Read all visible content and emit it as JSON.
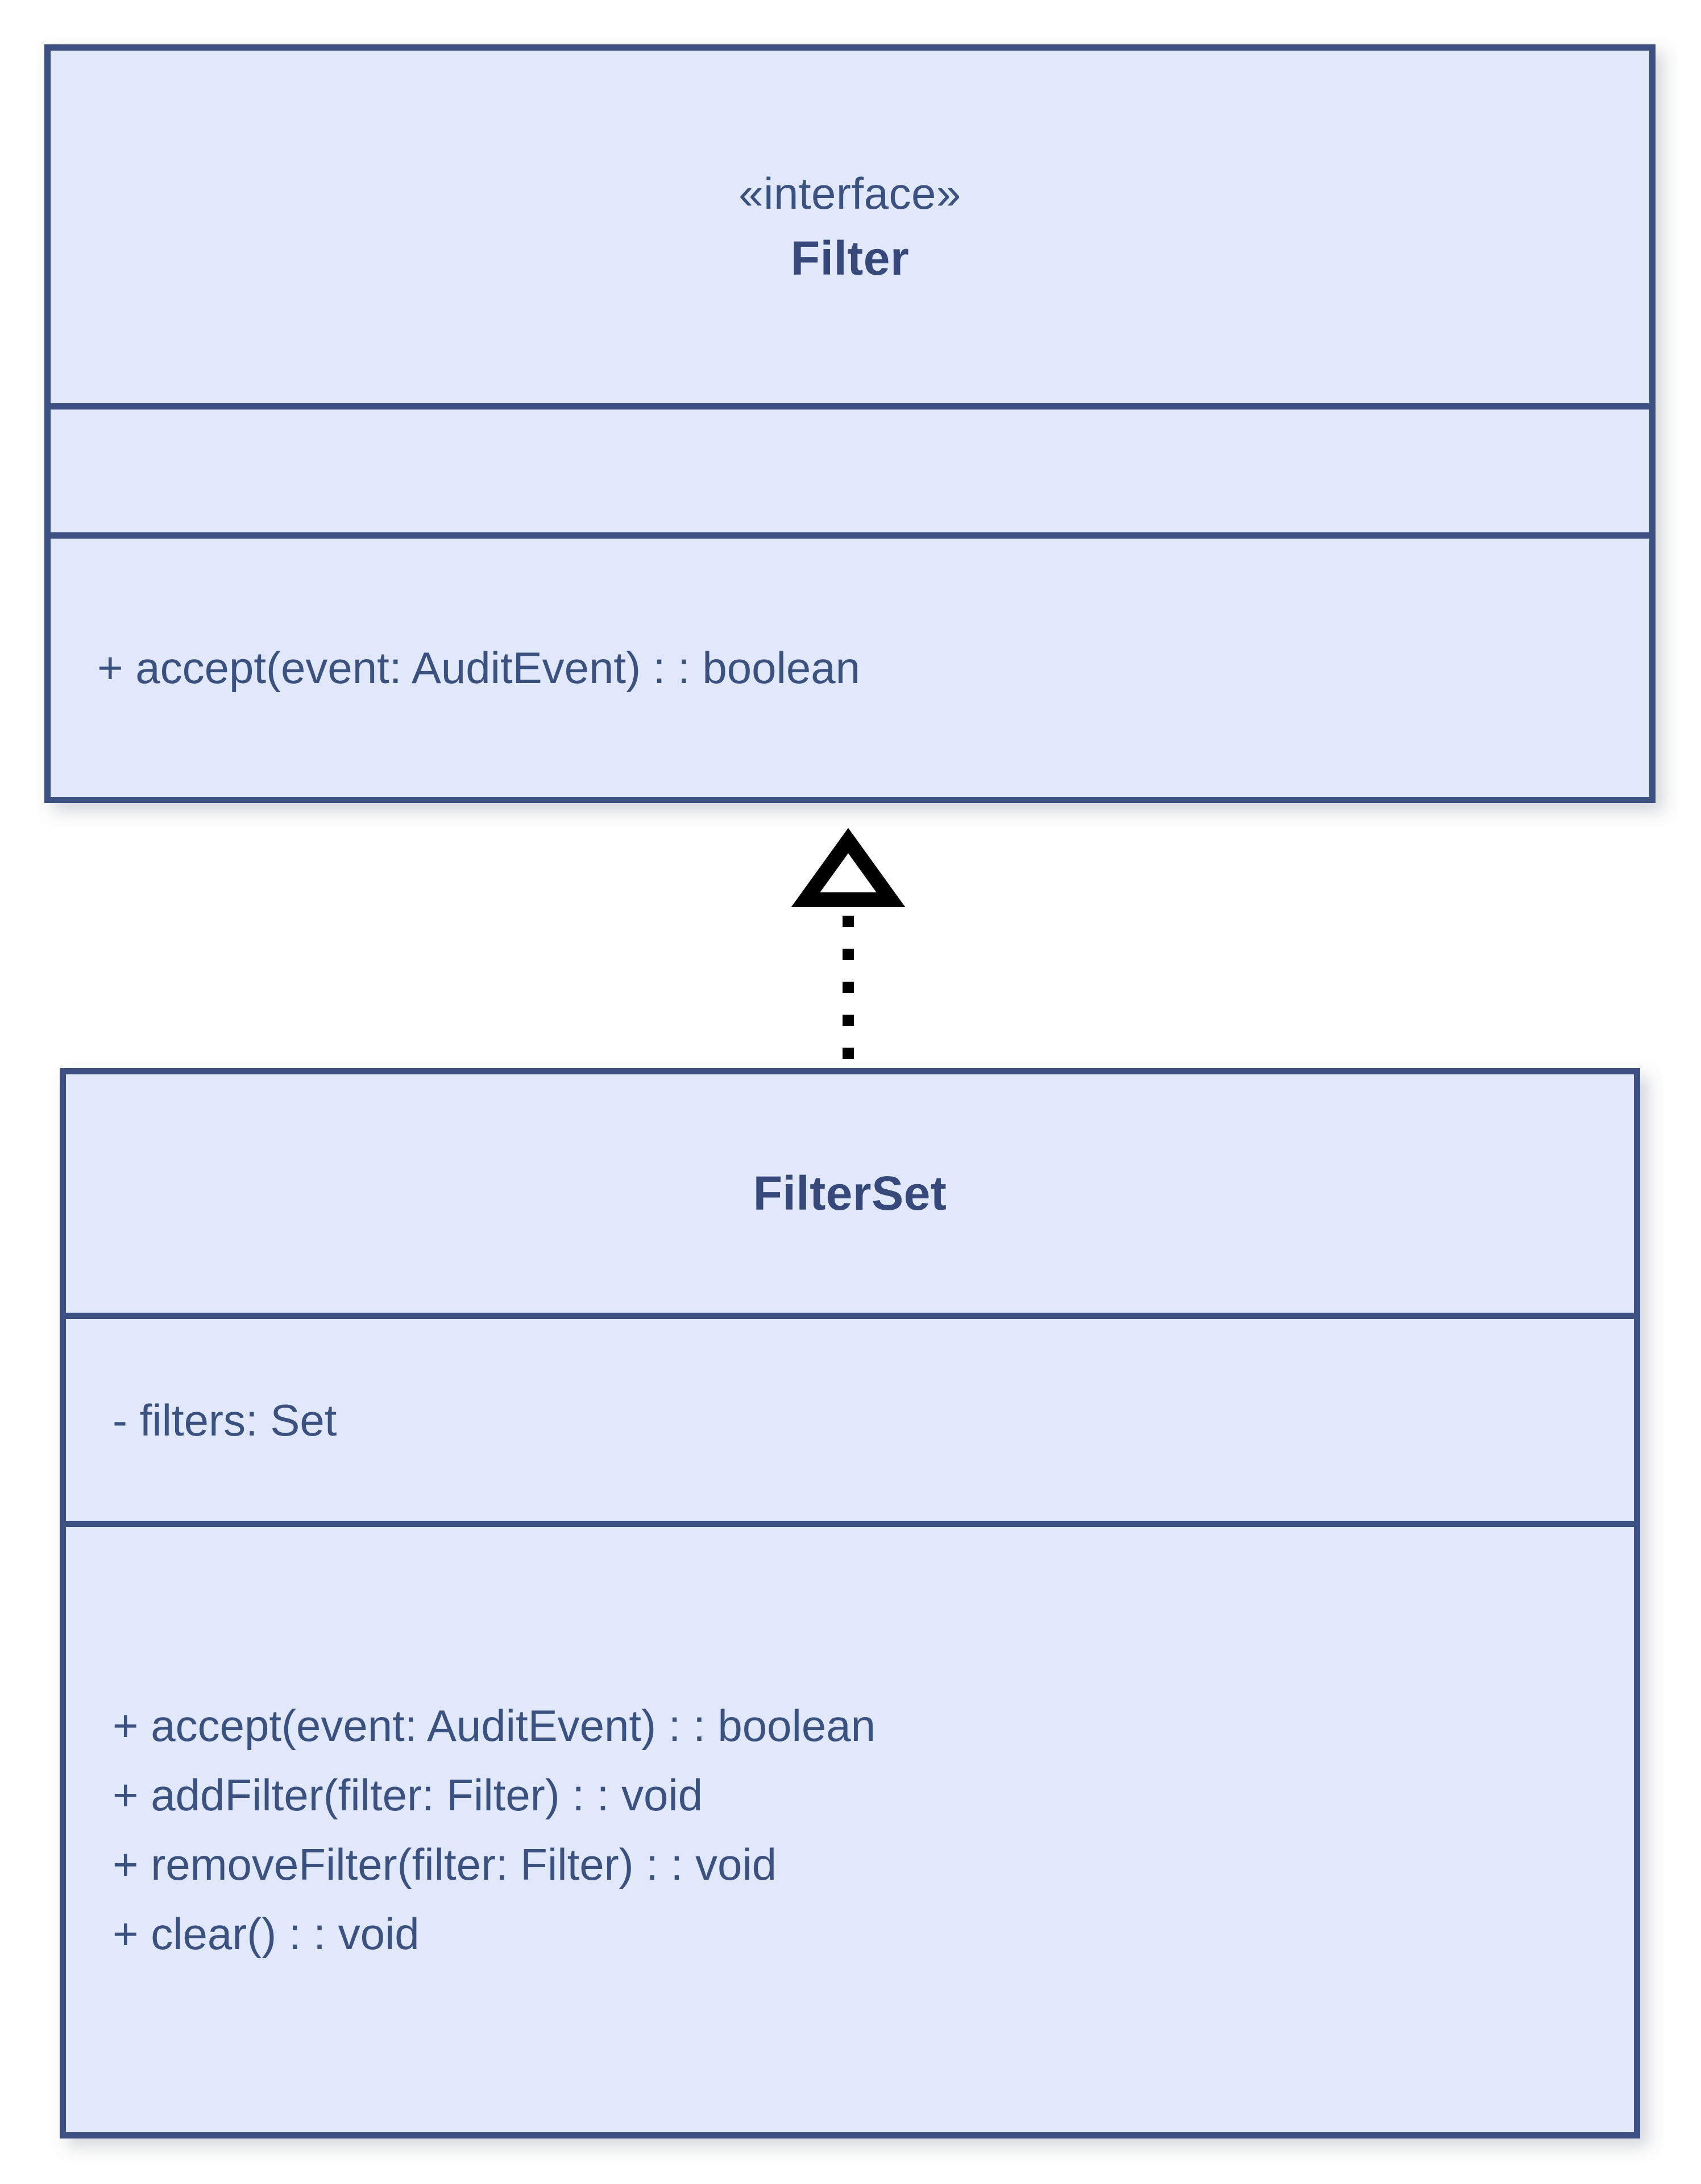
{
  "diagram": {
    "type": "uml-class-diagram",
    "background_color": "#fefefe",
    "palette": {
      "box_fill": "#e1e8f9",
      "box_border": "#3d5082",
      "text": "#3b5280",
      "title_text": "#36497a",
      "connector": "#000000"
    },
    "classes": [
      {
        "id": "filter",
        "stereotype": "«interface»",
        "name": "Filter",
        "attributes": [],
        "methods": [
          "+ accept(event: AuditEvent) : : boolean"
        ]
      },
      {
        "id": "filterset",
        "stereotype": "",
        "name": "FilterSet",
        "attributes": [
          "- filters: Set"
        ],
        "methods": [
          "+ accept(event: AuditEvent) : : boolean",
          "+ addFilter(filter: Filter) : : void",
          "+ removeFilter(filter: Filter) : : void",
          "+ clear() : : void"
        ]
      }
    ],
    "relationships": [
      {
        "id": "filterset-realizes-filter",
        "kind": "realization",
        "source": "filterset",
        "target": "filter",
        "line_style": "dotted",
        "arrowhead": "hollow-triangle",
        "label": ""
      }
    ]
  }
}
